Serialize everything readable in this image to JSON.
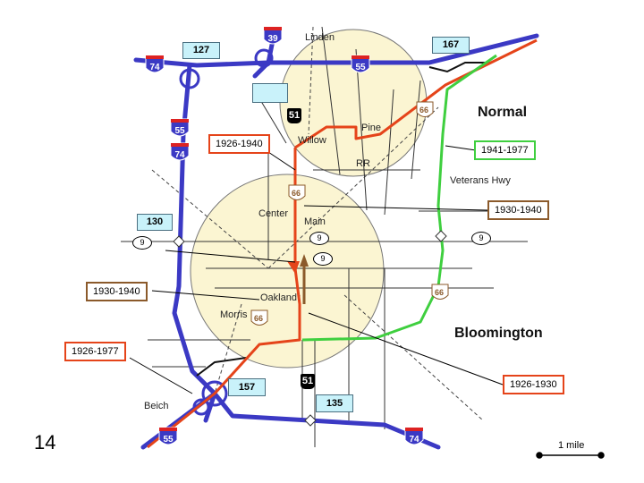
{
  "page_number": "14",
  "cities": {
    "normal": "Normal",
    "bloomington": "Bloomington"
  },
  "streets": {
    "linden": "Linden",
    "pine": "Pine",
    "willow": "Willow",
    "rr": "RR",
    "veterans": "Veterans Hwy",
    "center": "Center",
    "main": "Main",
    "oakland": "Oakland",
    "morris": "Morris",
    "beich": "Beich"
  },
  "interstates": {
    "i74": "74",
    "i39": "39",
    "i55": "55"
  },
  "us_routes": {
    "us51": "51"
  },
  "il_routes": {
    "il9": "9"
  },
  "route66_label": "66",
  "route_boxes": {
    "r127": "127",
    "r167": "167",
    "r130": "130",
    "r157": "157",
    "r135": "135"
  },
  "callouts": {
    "c1926_1940": "1926-1940",
    "c1941_1977": "1941-1977",
    "c1930_1940_right": "1930-1940",
    "c1930_1940_left": "1930-1940",
    "c1926_1977": "1926-1977",
    "c1926_1930": "1926-1930"
  },
  "scale": "1 mile",
  "colors": {
    "interstate": "#3b39c4",
    "route_1926_1940": "#e5441a",
    "route_1941_1977": "#3fcf3f",
    "route_1930_1940": "#8b5a2b",
    "city_fill": "#fbf5d2",
    "route_box": "#c9f2fa"
  }
}
